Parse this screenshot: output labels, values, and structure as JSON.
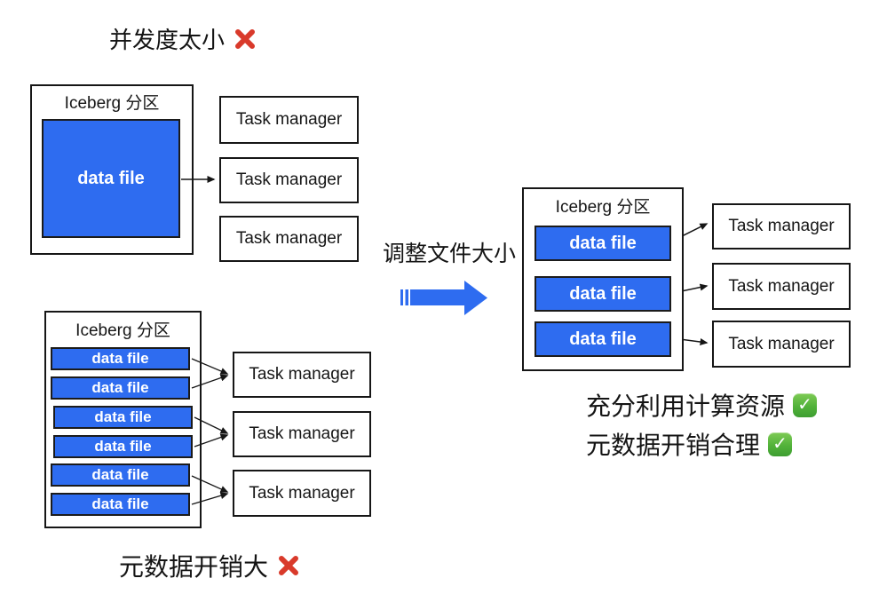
{
  "top_left": {
    "title": "并发度太小",
    "partition": "Iceberg 分区",
    "data_file": "data file",
    "task_managers": [
      "Task manager",
      "Task manager",
      "Task manager"
    ]
  },
  "bottom_left": {
    "partition": "Iceberg 分区",
    "data_files": [
      "data file",
      "data file",
      "data file",
      "data file",
      "data file",
      "data file"
    ],
    "task_managers": [
      "Task manager",
      "Task manager",
      "Task manager"
    ],
    "caption": "元数据开销大"
  },
  "transition": {
    "label": "调整文件大小"
  },
  "right": {
    "partition": "Iceberg 分区",
    "data_files": [
      "data file",
      "data file",
      "data file"
    ],
    "task_managers": [
      "Task manager",
      "Task manager",
      "Task manager"
    ],
    "captions": [
      "充分利用计算资源",
      "元数据开销合理"
    ]
  },
  "icons": {
    "cross": "✕",
    "check": "✓"
  },
  "colors": {
    "file_blue": "#2e6cf0",
    "cross_red": "#d93a2b",
    "check_green": "#4aab37",
    "line_black": "#161616"
  }
}
